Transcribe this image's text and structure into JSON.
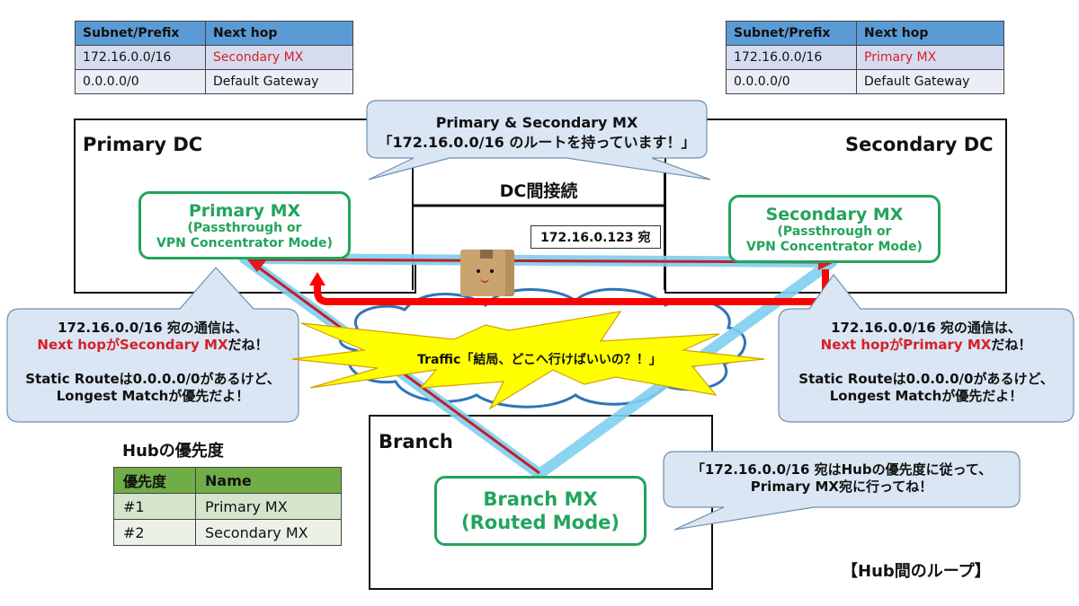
{
  "primary_route_table": {
    "headers": [
      "Subnet/Prefix",
      "Next hop"
    ],
    "rows": [
      {
        "prefix": "172.16.0.0/16",
        "next_hop": "Secondary MX",
        "highlight": true
      },
      {
        "prefix": "0.0.0.0/0",
        "next_hop": "Default Gateway",
        "highlight": false
      }
    ]
  },
  "secondary_route_table": {
    "headers": [
      "Subnet/Prefix",
      "Next hop"
    ],
    "rows": [
      {
        "prefix": "172.16.0.0/16",
        "next_hop": "Primary MX",
        "highlight": true
      },
      {
        "prefix": "0.0.0.0/0",
        "next_hop": "Default Gateway",
        "highlight": false
      }
    ]
  },
  "top_callout": {
    "line1": "Primary & Secondary MX",
    "line2": "「172.16.0.0/16 のルートを持っています！」"
  },
  "primary_dc": {
    "title": "Primary DC",
    "mx_name": "Primary MX",
    "mx_mode_line1": "(Passthrough or",
    "mx_mode_line2": "VPN Concentrator Mode)"
  },
  "secondary_dc": {
    "title": "Secondary DC",
    "mx_name": "Secondary MX",
    "mx_mode_line1": "(Passthrough or",
    "mx_mode_line2": "VPN Concentrator Mode)"
  },
  "dc_link_label": "DC間接続",
  "packet_label": "172.16.0.123 宛",
  "left_callout": {
    "line1": "172.16.0.0/16 宛の通信は、",
    "line2_red": "Next hopがSecondary MX",
    "line2_rest": "だね！",
    "line3": "Static Routeは0.0.0.0/0があるけど、",
    "line4": "Longest Matchが優先だよ！"
  },
  "right_callout": {
    "line1": "172.16.0.0/16 宛の通信は、",
    "line2_red": "Next hopがPrimary MX",
    "line2_rest": "だね！",
    "line3": "Static Routeは0.0.0.0/0があるけど、",
    "line4": "Longest Matchが優先だよ！"
  },
  "traffic_exclaim": "Traffic「結局、どこへ行けばいいの？！」",
  "branch": {
    "title": "Branch",
    "mx_name": "Branch MX",
    "mx_mode": "(Routed Mode)"
  },
  "branch_callout": {
    "line1": "「172.16.0.0/16 宛はHubの優先度に従って、",
    "line2": "Primary MX宛に行ってね！"
  },
  "hub_priority": {
    "title": "Hubの優先度",
    "headers": [
      "優先度",
      "Name"
    ],
    "rows": [
      {
        "rank": "#1",
        "name": "Primary MX"
      },
      {
        "rank": "#2",
        "name": "Secondary MX"
      }
    ]
  },
  "footer_label": "【Hub間のループ】",
  "colors": {
    "mx_green": "#23a45c",
    "route_red": "#d62027",
    "tunnel_blue": "#7fcfef",
    "callout_fill": "#dae6f3",
    "burst_yellow": "#ffff00"
  }
}
